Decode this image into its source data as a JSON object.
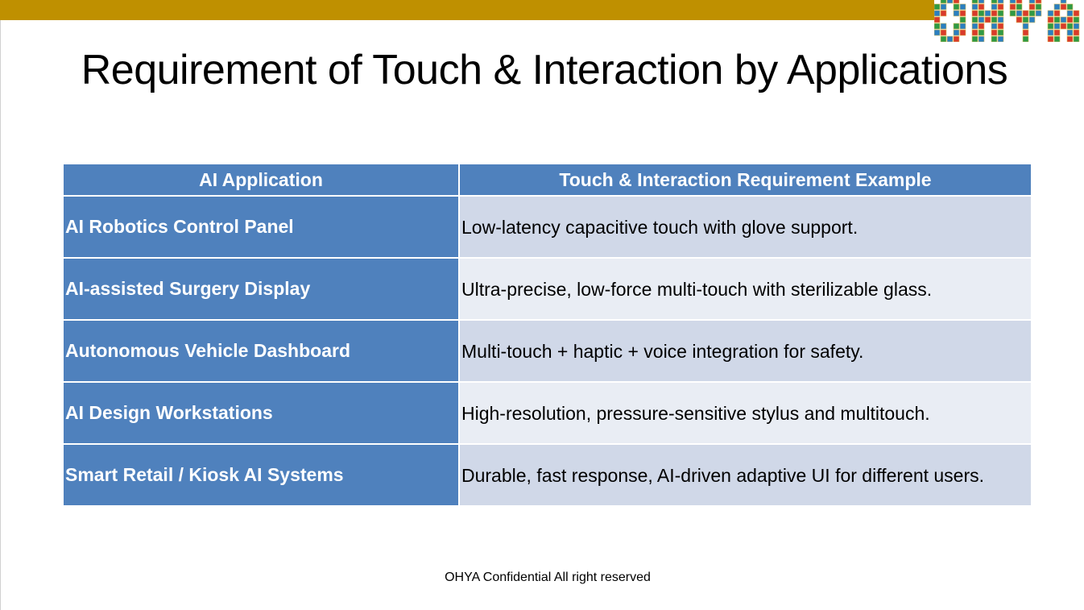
{
  "logo_text": "OHYA",
  "title": "Requirement of Touch & Interaction by Applications",
  "table": {
    "headers": [
      "AI Application",
      "Touch & Interaction Requirement Example"
    ],
    "rows": [
      {
        "app": "AI Robotics Control Panel",
        "req": "Low-latency capacitive touch with glove support."
      },
      {
        "app": "AI-assisted Surgery Display",
        "req": "Ultra-precise, low-force multi-touch with sterilizable glass."
      },
      {
        "app": "Autonomous Vehicle Dashboard",
        "req": "Multi-touch + haptic + voice integration for safety."
      },
      {
        "app": "AI Design Workstations",
        "req": "High-resolution, pressure-sensitive stylus and multitouch."
      },
      {
        "app": "Smart Retail / Kiosk AI Systems",
        "req": "Durable, fast response, AI-driven adaptive UI for different users."
      }
    ]
  },
  "footer": "OHYA Confidential All right reserved",
  "colors": {
    "bar": "#bf9000",
    "header": "#4f81bd",
    "row_odd": "#d0d8e8",
    "row_even": "#e9edf4"
  }
}
